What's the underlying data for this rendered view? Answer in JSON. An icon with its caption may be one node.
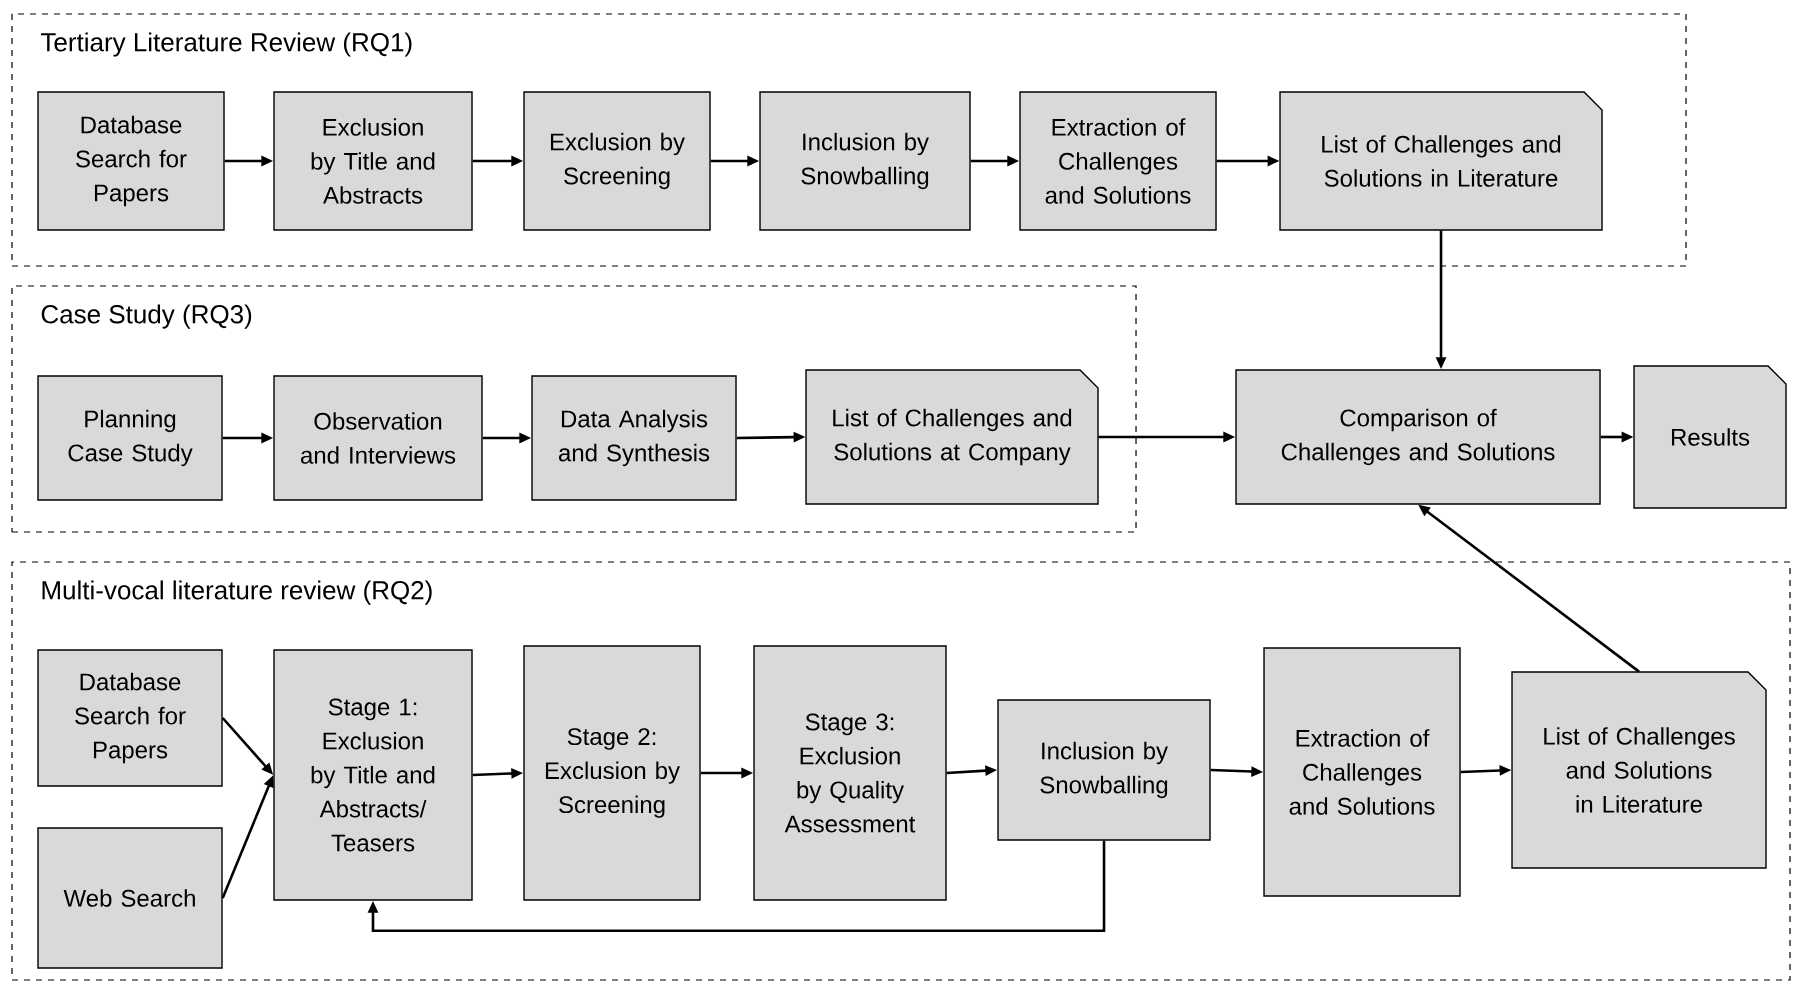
{
  "diagram": {
    "nodes": [
      {
        "text": [
          "Tertiary Literature Review (RQ1)"
        ]
      },
      {
        "text": [
          "Database Search for Papers"
        ],
        "in": 0
      },
      {
        "text": [
          "Exclusion by Title and Abstracts"
        ],
        "in": 0
      },
      {
        "text": [
          "Exclusion by Screening"
        ],
        "in": 0
      },
      {
        "text": [
          "Inclusion by Snowballing"
        ],
        "in": 0
      },
      {
        "text": [
          "Extraction of Challenges and Solutions"
        ],
        "in": 0
      },
      {
        "text": [
          "List of Challenges and Solutions in Literature"
        ],
        "in": 0
      },
      {
        "text": [
          "Case Study (RQ3)"
        ]
      },
      {
        "text": [
          "Planning Case Study"
        ],
        "in": 7
      },
      {
        "text": [
          "Observation and Interviews"
        ],
        "in": 7
      },
      {
        "text": [
          "Data Analysis and Synthesis"
        ],
        "in": 7
      },
      {
        "text": [
          "List of Challenges and Solutions at Company"
        ],
        "in": 7
      },
      {
        "text": [
          "Comparison of Challenges and Solutions"
        ]
      },
      {
        "text": [
          "Results"
        ]
      },
      {
        "text": [
          "Multi-vocal literature review (RQ2)"
        ]
      },
      {
        "text": [
          "Database Search for Papers"
        ],
        "in": 14
      },
      {
        "text": [
          "Web Search"
        ],
        "in": 14
      },
      {
        "text": [
          "Stage 1: Exclusion by Title and Abstracts/ Teasers"
        ],
        "in": 14
      },
      {
        "text": [
          "Stage 2: Exclusion by Screening"
        ],
        "in": 14
      },
      {
        "text": [
          "Stage 3: Exclusion by Quality Assessment"
        ],
        "in": 14
      },
      {
        "text": [
          "Inclusion by Snowballing"
        ],
        "in": 14
      },
      {
        "text": [
          "Extraction of Challenges and Solutions"
        ],
        "in": 14
      },
      {
        "text": [
          "List of Challenges and Solutions in Literature"
        ],
        "in": 14
      }
    ],
    "edges": [
      {
        "from": 1,
        "to": 2,
        "arrow": "to"
      },
      {
        "from": 2,
        "to": 3,
        "arrow": "to"
      },
      {
        "from": 3,
        "to": 4,
        "arrow": "to"
      },
      {
        "from": 4,
        "to": 5,
        "arrow": "to"
      },
      {
        "from": 5,
        "to": 6,
        "arrow": "to"
      },
      {
        "from": 6,
        "to": 12,
        "arrow": "to"
      },
      {
        "from": 8,
        "to": 9,
        "arrow": "to"
      },
      {
        "from": 9,
        "to": 10,
        "arrow": "to"
      },
      {
        "from": 10,
        "to": 11,
        "arrow": "to"
      },
      {
        "from": 11,
        "to": 12,
        "arrow": "to"
      },
      {
        "from": 12,
        "to": 13,
        "arrow": "to"
      },
      {
        "from": 22,
        "to": 12,
        "arrow": "to"
      },
      {
        "from": 15,
        "to": 17,
        "arrow": "to"
      },
      {
        "from": 16,
        "to": 17,
        "arrow": "to"
      },
      {
        "from": 17,
        "to": 18,
        "arrow": "to"
      },
      {
        "from": 18,
        "to": 19,
        "arrow": "to"
      },
      {
        "from": 19,
        "to": 20,
        "arrow": "to"
      },
      {
        "from": 20,
        "to": 21,
        "arrow": "to"
      },
      {
        "from": 21,
        "to": 22,
        "arrow": "to"
      },
      {
        "from": 20,
        "to": 17,
        "arrow": "to"
      }
    ]
  }
}
